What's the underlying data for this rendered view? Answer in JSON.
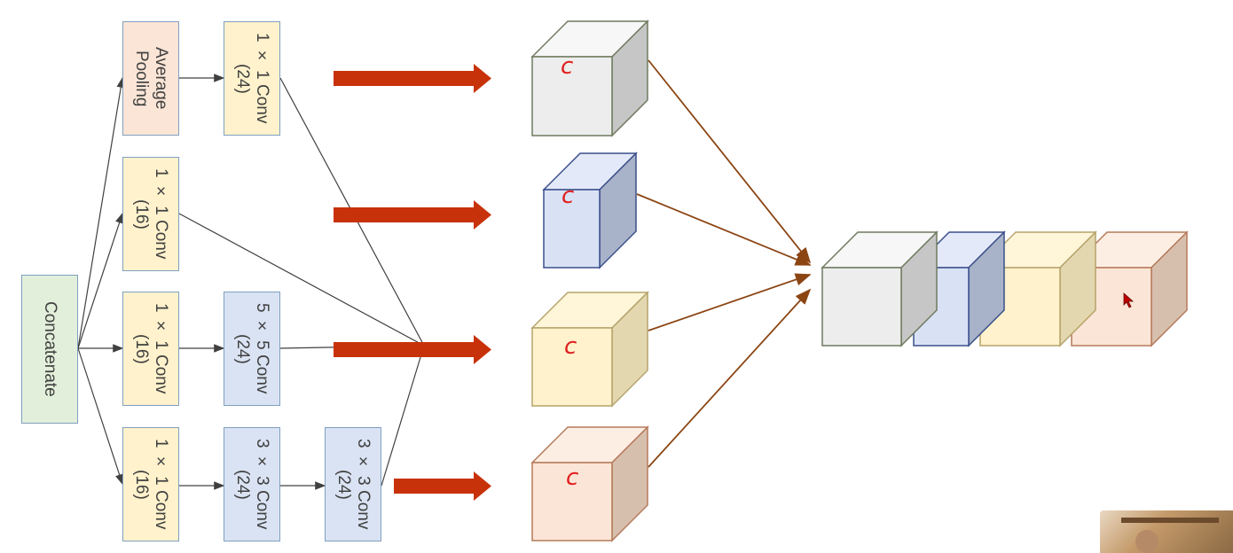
{
  "nodes": {
    "concat": "Concatenate",
    "avg_pool": "Average\nPooling",
    "b1_conv1x1": "1 × 1 Conv\n(24)",
    "b2_conv1x1": "1 × 1 Conv\n(16)",
    "b3_conv1x1": "1 × 1 Conv\n(16)",
    "b3_conv5x5": "5 × 5 Conv\n(24)",
    "b4_conv1x1": "1 × 1 Conv\n(16)",
    "b4_conv3x3_a": "3 × 3 Conv\n(24)",
    "b4_conv3x3_b": "3 × 3 Conv\n(24)"
  },
  "annotation": "c",
  "colors": {
    "node_border": "#7fa0c0",
    "arrow_gray": "#404040",
    "arrow_red": "#c8320a",
    "arrow_brown": "#8b4513",
    "concat_fill": "#e2efda",
    "pool_fill": "#fbe5d6",
    "conv1x1_fill": "#fff2cc",
    "conv_large_fill": "#dae3f3",
    "cube_gray": "#ededed",
    "cube_blue": "#d9e2f5",
    "cube_yellow": "#fff2cc",
    "cube_peach": "#fbe5d6",
    "annotation_red": "#e02020"
  }
}
